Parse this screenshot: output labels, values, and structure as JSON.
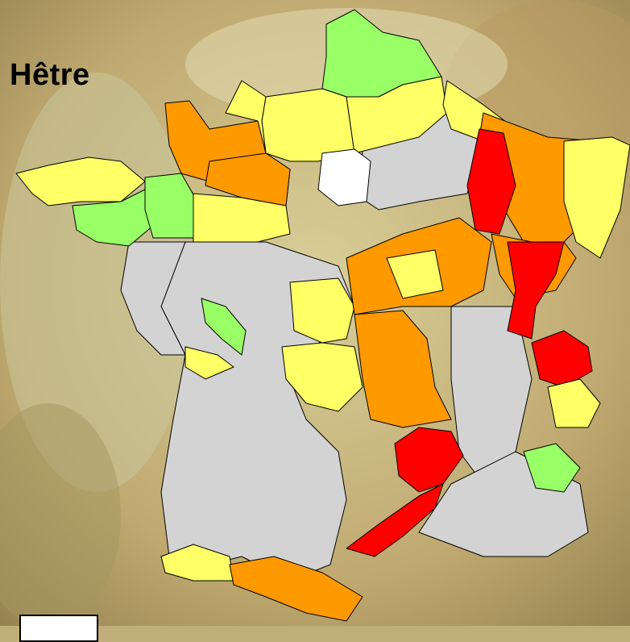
{
  "title": "Hêtre",
  "colors": {
    "none": "#d3d3d3",
    "very_low": "#ffffff",
    "low": "#99ff66",
    "medium": "#ffff66",
    "high": "#ff9900",
    "very_high": "#ff0000"
  },
  "map": {
    "regions": [
      {
        "id": "nord",
        "class": "low"
      },
      {
        "id": "picardie-est",
        "class": "medium"
      },
      {
        "id": "picardie-ouest",
        "class": "medium"
      },
      {
        "id": "ile-de-france",
        "class": "very_low"
      },
      {
        "id": "normandie-ouest",
        "class": "high"
      },
      {
        "id": "normandie-est",
        "class": "medium"
      },
      {
        "id": "bretagne-ouest",
        "class": "medium"
      },
      {
        "id": "bretagne-centre",
        "class": "low"
      },
      {
        "id": "bretagne-est",
        "class": "low"
      },
      {
        "id": "pays-de-loire-nord",
        "class": "medium"
      },
      {
        "id": "maine",
        "class": "high"
      },
      {
        "id": "centre-ouest",
        "class": "none"
      },
      {
        "id": "champagne",
        "class": "none"
      },
      {
        "id": "ardennes",
        "class": "medium"
      },
      {
        "id": "lorraine-vosges",
        "class": "very_high"
      },
      {
        "id": "lorraine-est",
        "class": "high"
      },
      {
        "id": "alsace",
        "class": "medium"
      },
      {
        "id": "bourgogne",
        "class": "high"
      },
      {
        "id": "morvan",
        "class": "medium"
      },
      {
        "id": "jura",
        "class": "very_high"
      },
      {
        "id": "franche-comte",
        "class": "high"
      },
      {
        "id": "centre",
        "class": "medium"
      },
      {
        "id": "limousin",
        "class": "medium"
      },
      {
        "id": "auvergne",
        "class": "high"
      },
      {
        "id": "cevennes",
        "class": "very_high"
      },
      {
        "id": "sud-ouest",
        "class": "none"
      },
      {
        "id": "alpes-nord",
        "class": "very_high"
      },
      {
        "id": "alpes-centre",
        "class": "medium"
      },
      {
        "id": "alpes-sud",
        "class": "low"
      },
      {
        "id": "provence",
        "class": "none"
      },
      {
        "id": "languedoc",
        "class": "very_high"
      },
      {
        "id": "pyrenees-ouest",
        "class": "medium"
      },
      {
        "id": "pyrenees-est",
        "class": "high"
      },
      {
        "id": "vendee",
        "class": "low"
      },
      {
        "id": "poitou",
        "class": "medium"
      },
      {
        "id": "rhone",
        "class": "none"
      }
    ]
  }
}
